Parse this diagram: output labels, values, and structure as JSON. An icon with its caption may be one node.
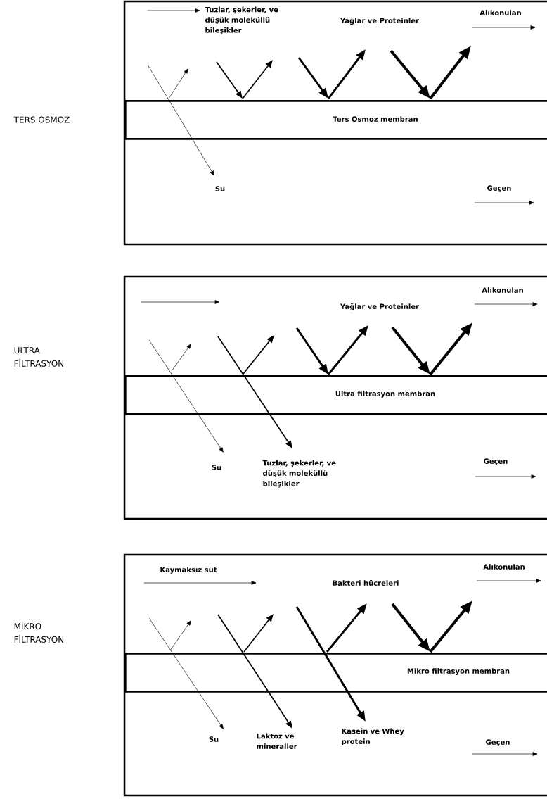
{
  "diagram": {
    "nodes": [
      {
        "text": [
          "Ters Osmoz membran"
        ]
      },
      {
        "text": [
          "Ultra filtrasyon membran"
        ]
      },
      {
        "text": [
          "Mikro filtrasyon membran"
        ]
      }
    ],
    "labels": [
      "Tuzlar, şekerler, ve düşük moleküllü bileşikler",
      "Yağlar ve Proteinler",
      "Alıkonulan",
      "TERS OSMOZ",
      "Su",
      "Geçen",
      "Alıkonulan",
      "Yağlar ve Proteinler",
      "ULTRA FİLTRASYON",
      "Su",
      "Tuzlar, şekerler, ve düşük moleküllü bileşikler",
      "Geçen",
      "Kaymaksız süt",
      "Alıkonulan",
      "Bakteri hücreleri",
      "MİKRO FİLTRASYON",
      "Su",
      "Laktoz ve mineraller",
      "Kasein ve Whey protein",
      "Geçen"
    ]
  }
}
